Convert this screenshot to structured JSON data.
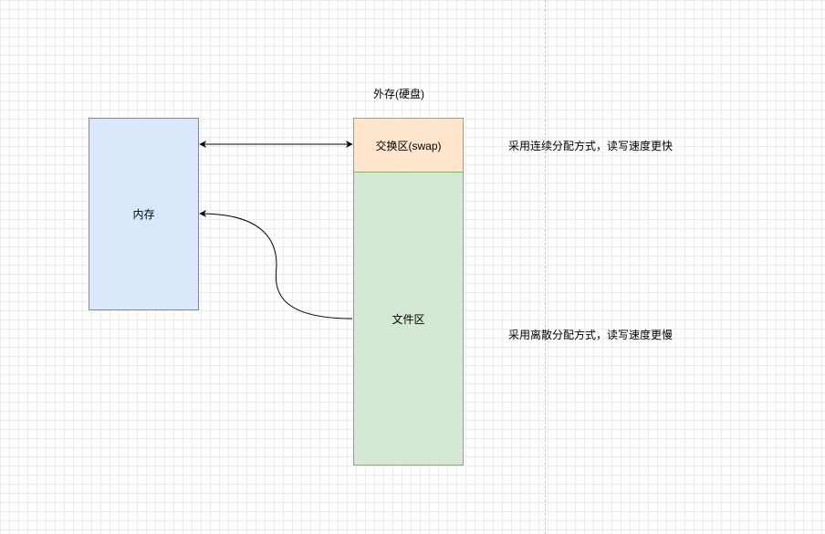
{
  "diagram": {
    "memory": {
      "label": "内存",
      "fill": "#dae8fc",
      "stroke": "#6c8ebf"
    },
    "disk": {
      "title": "外存(硬盘)"
    },
    "swap": {
      "label": "交换区(swap)",
      "fill": "#ffe6cc",
      "stroke": "#d79b00"
    },
    "files": {
      "label": "文件区",
      "fill": "#d5e8d4",
      "stroke": "#82b366"
    },
    "notes": {
      "swap": "采用连续分配方式，读写速度更快",
      "files": "采用离散分配方式，读写速度更慢"
    },
    "edges": [
      {
        "from": "memory",
        "to": "swap",
        "arrows": "both",
        "style": "straight"
      },
      {
        "from": "files",
        "to": "memory",
        "arrows": "end",
        "style": "curved"
      }
    ]
  }
}
